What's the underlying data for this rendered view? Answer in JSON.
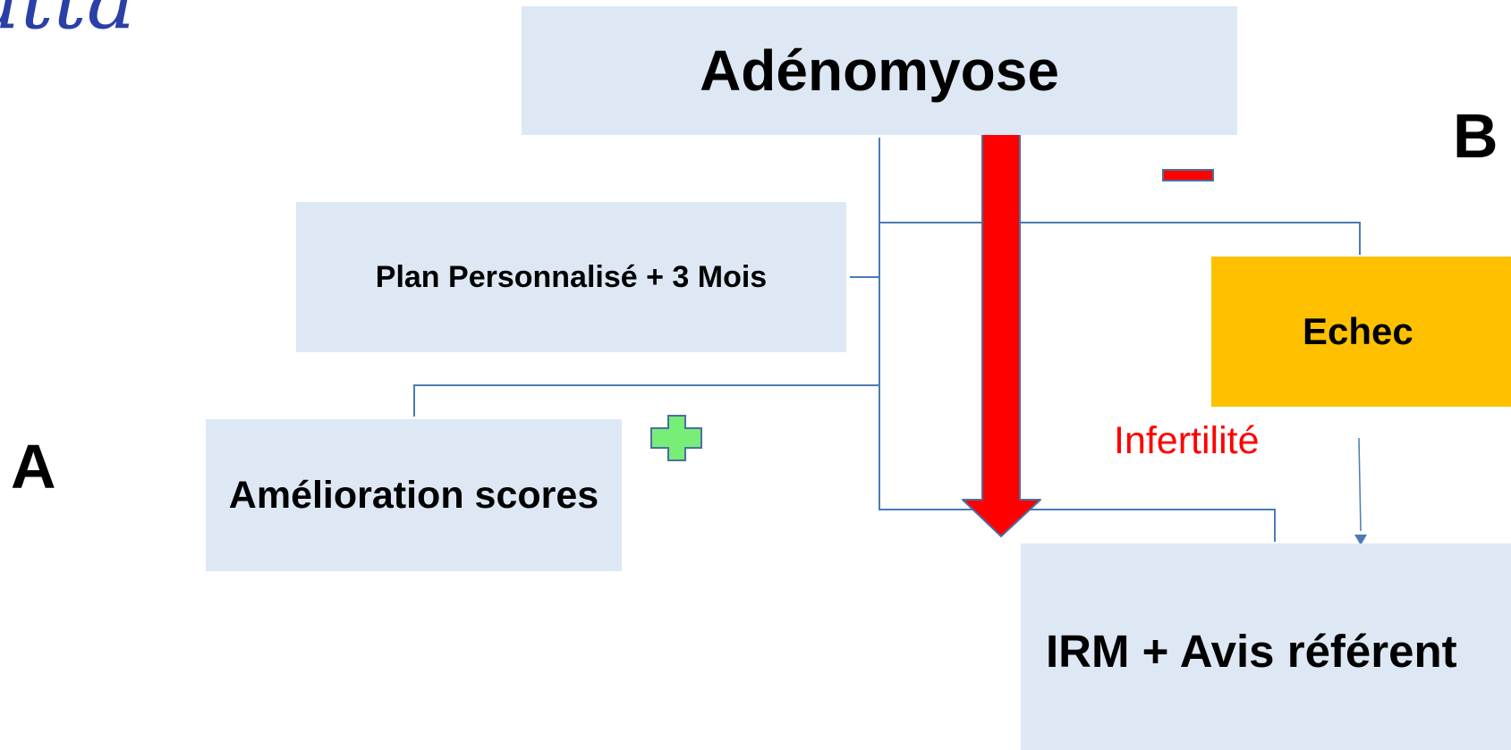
{
  "logo": {
    "text": "atta",
    "color": "#2b3fa8"
  },
  "boxes": {
    "root": "Adénomyose",
    "plan": "Plan Personnalisé + 3 Mois",
    "improvement": "Amélioration scores",
    "failure": "Echec",
    "mri": "IRM + Avis référent"
  },
  "annotations": {
    "infertility": "Infertilité",
    "label_a": "A",
    "label_b": "B"
  },
  "colors": {
    "box_fill": "#dde8f4",
    "failure_fill": "#ffc000",
    "connector": "#4a7bb7",
    "arrow": "#ff0000",
    "plus": "#77ee77",
    "infertility_text": "#ff0000"
  },
  "icons": [
    "plus-icon",
    "minus-icon",
    "big-down-arrow-icon"
  ]
}
